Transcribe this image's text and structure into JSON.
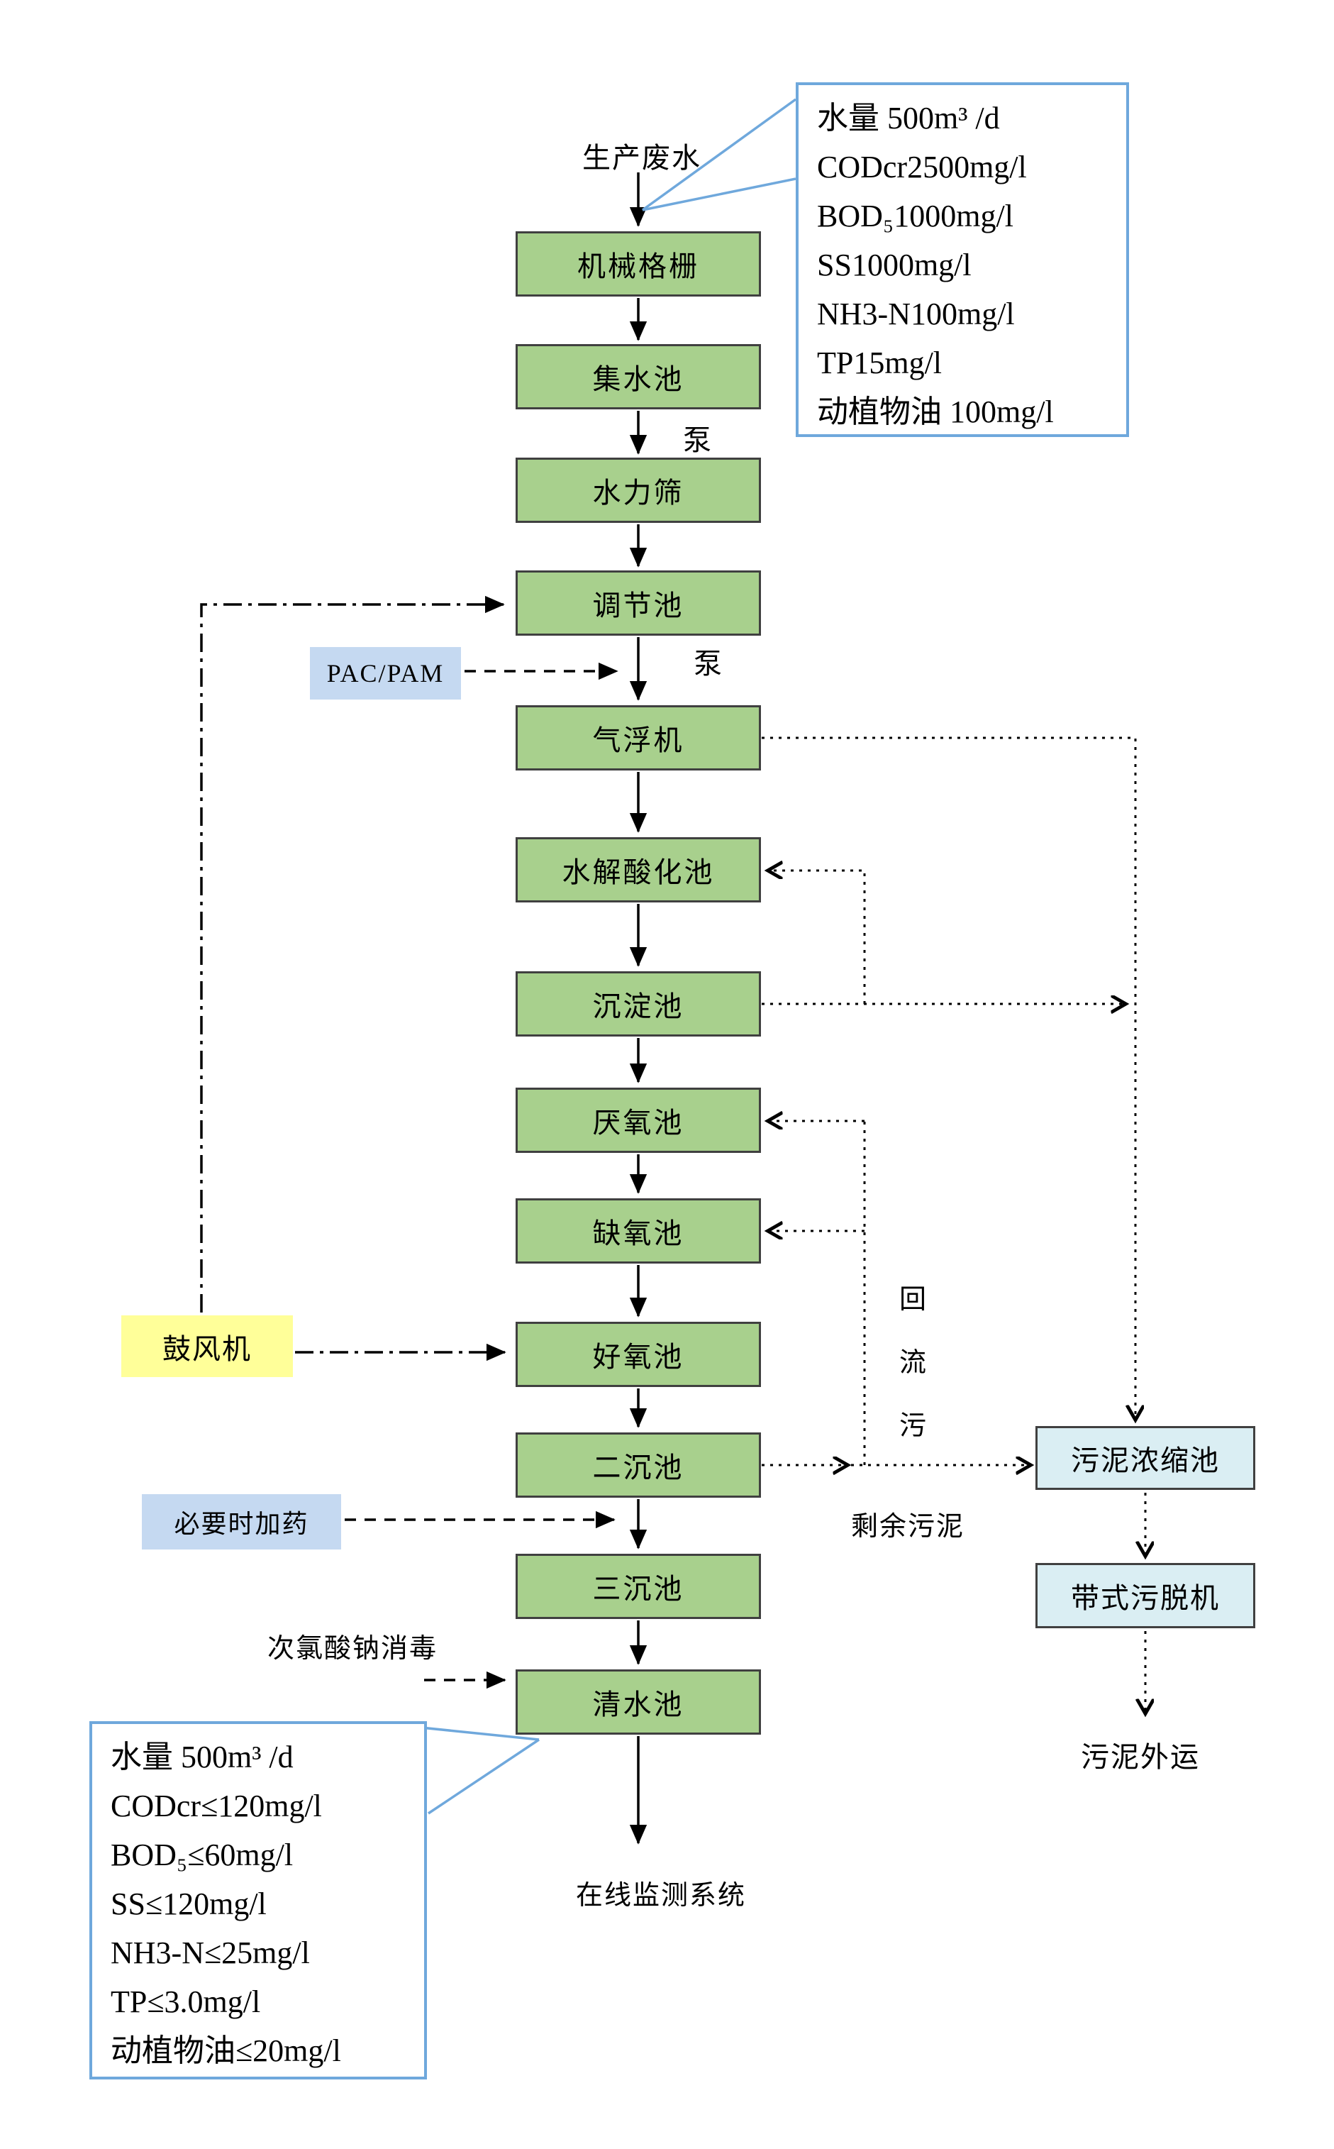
{
  "diagram": {
    "influent_label": "生产废水",
    "pump_label_1": "泵",
    "pump_label_2": "泵",
    "nodes": [
      {
        "label": "机械格栅"
      },
      {
        "label": "集水池"
      },
      {
        "label": "水力筛"
      },
      {
        "label": "调节池"
      },
      {
        "label": "气浮机"
      },
      {
        "label": "水解酸化池"
      },
      {
        "label": "沉淀池"
      },
      {
        "label": "厌氧池"
      },
      {
        "label": "缺氧池"
      },
      {
        "label": "好氧池"
      },
      {
        "label": "二沉池"
      },
      {
        "label": "三沉池"
      },
      {
        "label": "清水池"
      }
    ],
    "chem_pac_pam": "PAC/PAM",
    "blower": "鼓风机",
    "dosing": "必要时加药",
    "disinfection": "次氯酸钠消毒",
    "sludge_thickener": "污泥浓缩池",
    "belt_dewater": "带式污脱机",
    "sludge_out": "污泥外运",
    "excess_sludge": "剩余污泥",
    "return_flow_chars": [
      "回",
      "流",
      "污"
    ],
    "monitor": "在线监测系统",
    "influent_params": [
      "水量 500m³ /d",
      "CODcr2500mg/l",
      "BOD₅1000mg/l",
      "SS1000mg/l",
      "NH3-N100mg/l",
      "TP15mg/l",
      "动植物油 100mg/l"
    ],
    "effluent_params": [
      "水量 500m³ /d",
      "CODcr≤120mg/l",
      "BOD₅≤60mg/l",
      "SS≤120mg/l",
      "NH3-N≤25mg/l",
      "TP≤3.0mg/l",
      "动植物油≤20mg/l"
    ]
  },
  "colors": {
    "node_fill": "#a8d08d",
    "node_border": "#404040",
    "chem_fill": "#c5d9f1",
    "blower_fill": "#ffff99",
    "sludge_fill": "#daeef3",
    "callout_border": "#6fa8dc"
  }
}
